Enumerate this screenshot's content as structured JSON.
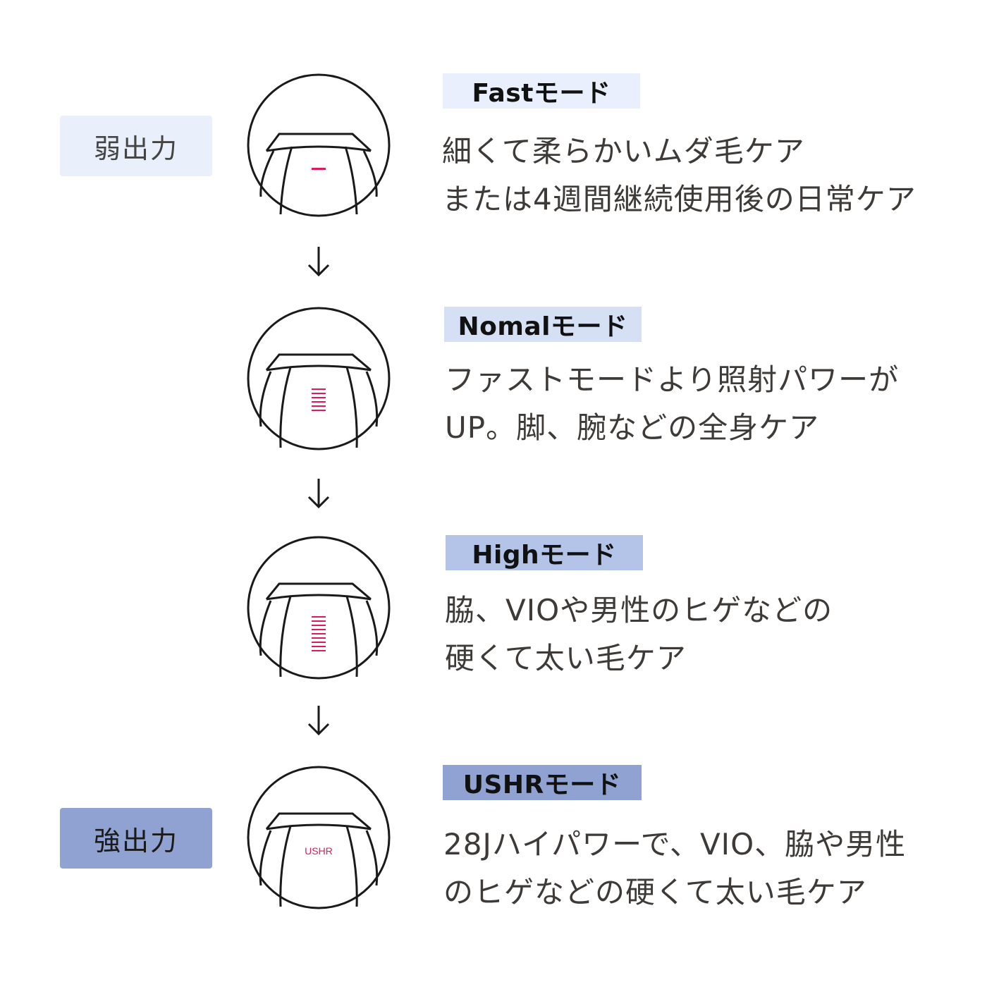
{
  "power": {
    "weak_label": "弱出力",
    "strong_label": "強出力"
  },
  "colors": {
    "indicator": "#e0195a",
    "outline": "#1a1a1a",
    "weak_box": "#eaf0fb",
    "strong_box": "#8fa2d2"
  },
  "arrow_symbol": "down-arrow",
  "modes": [
    {
      "label": "Fastモード",
      "label_bg": "#e9effc",
      "indicator": "single-bar",
      "lines": [
        "細くて柔らかいムダ毛ケア",
        "または4週間継続使用後の日常ケア"
      ]
    },
    {
      "label": "Nomalモード",
      "label_bg": "#d6e0f5",
      "indicator": "short-bar-stack",
      "lines": [
        "ファストモードより照射パワーが",
        "UP。脚、腕などの全身ケア"
      ]
    },
    {
      "label": "Highモード",
      "label_bg": "#b4c4e9",
      "indicator": "tall-bar-stack",
      "lines": [
        "脇、VIOや男性のヒゲなどの",
        "硬くて太い毛ケア"
      ]
    },
    {
      "label": "USHRモード",
      "label_bg": "#8fa2d2",
      "indicator": "text",
      "indicator_text": "USHR",
      "lines": [
        "28Jハイパワーで、VIO、脇や男性",
        "のヒゲなどの硬くて太い毛ケア"
      ]
    }
  ]
}
